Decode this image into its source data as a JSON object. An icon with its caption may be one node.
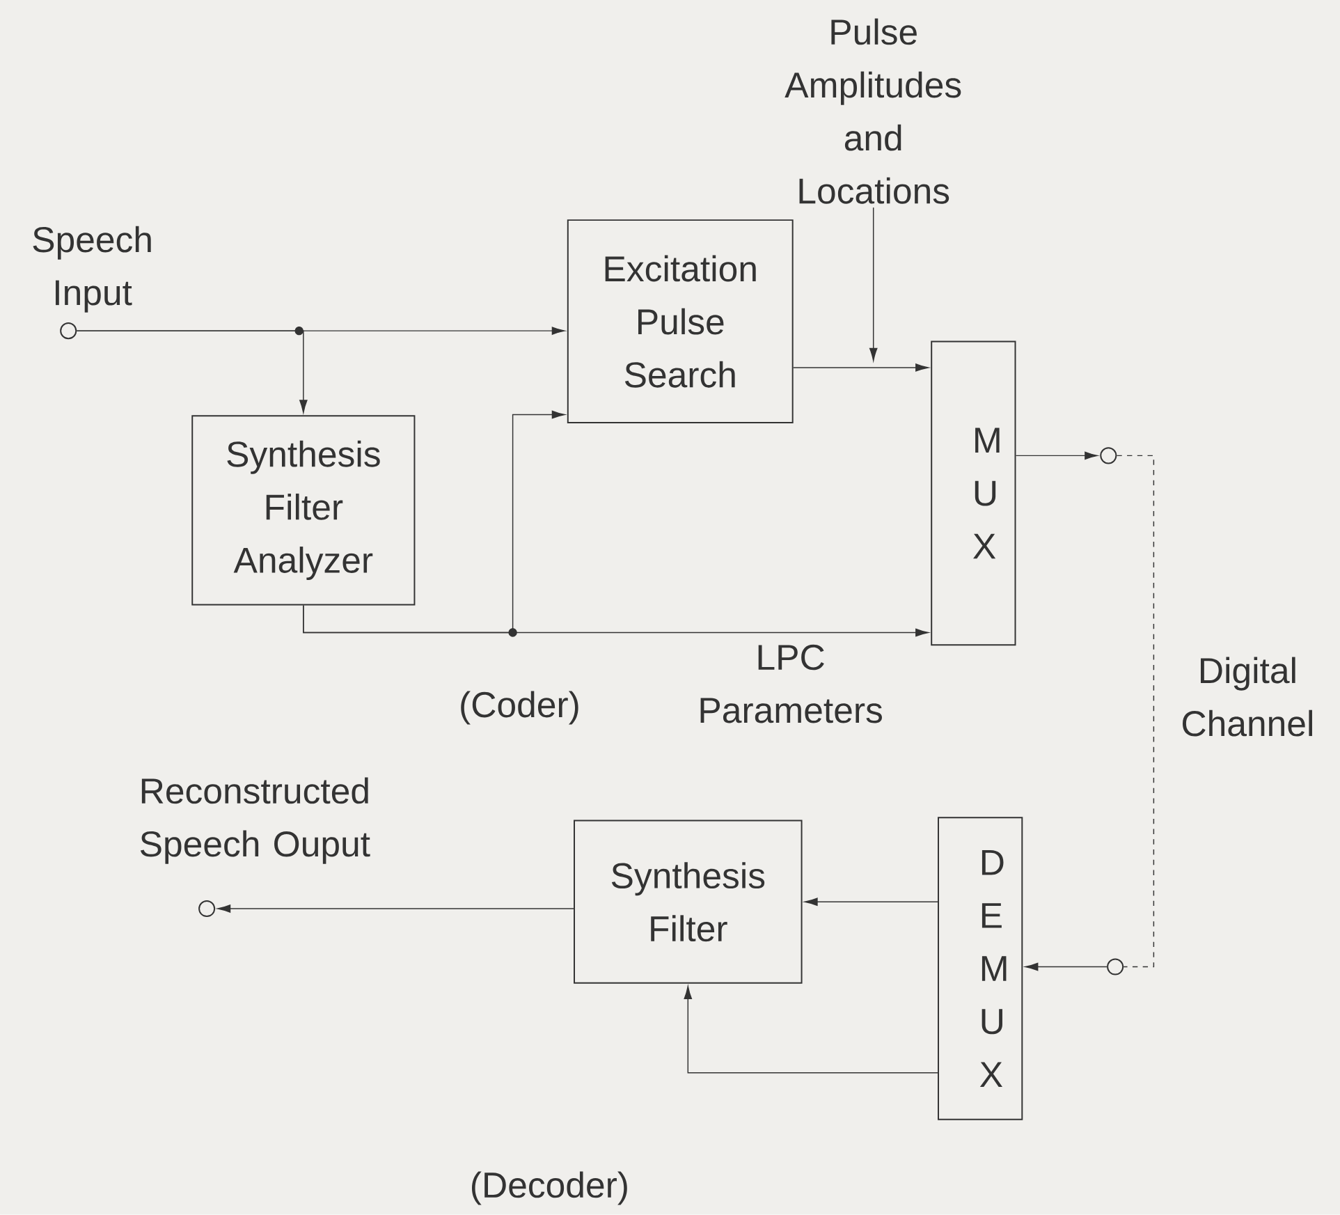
{
  "diagram": {
    "nodes": [
      {
        "text": [],
        "shape": "circle",
        "beside": [
          "Speech Input"
        ]
      },
      {
        "text": [
          "Excitation Pulse Search"
        ]
      },
      {
        "text": [
          "Synthesis Filter Analyzer"
        ]
      },
      {
        "text": [
          "M U X"
        ]
      },
      {
        "text": [],
        "shape": "circle"
      },
      {
        "text": [],
        "shape": "circle"
      },
      {
        "text": [
          "D E M U X"
        ]
      },
      {
        "text": [
          "Synthesis Filter"
        ]
      },
      {
        "text": [],
        "shape": "circle",
        "beside": [
          "Reconstructed Speech Ouput"
        ]
      },
      {
        "text": [
          "Pulse Amplitudes and Locations"
        ]
      }
    ],
    "edges": [
      {
        "from": 0,
        "to": 1,
        "arrow": "to"
      },
      {
        "from": 0,
        "to": 2,
        "arrow": "to"
      },
      {
        "from": 1,
        "to": 3,
        "arrow": "to"
      },
      {
        "from": 2,
        "to": 3,
        "arrow": "to",
        "label": "LPC Parameters"
      },
      {
        "from": 2,
        "to": 1,
        "arrow": "to"
      },
      {
        "from": 3,
        "to": 4,
        "arrow": "to"
      },
      {
        "from": 4,
        "to": 5,
        "arrow": "none",
        "style": "dashed",
        "label": "Digital Channel"
      },
      {
        "from": 5,
        "to": 6,
        "arrow": "to"
      },
      {
        "from": 6,
        "to": 7,
        "arrow": "to"
      },
      {
        "from": 6,
        "to": 7,
        "arrow": "to"
      },
      {
        "from": 7,
        "to": 8,
        "arrow": "to"
      },
      {
        "from": 9,
        "to": null,
        "arrow": "to"
      }
    ],
    "labels": [
      "(Coder)",
      "(Decoder)"
    ]
  }
}
